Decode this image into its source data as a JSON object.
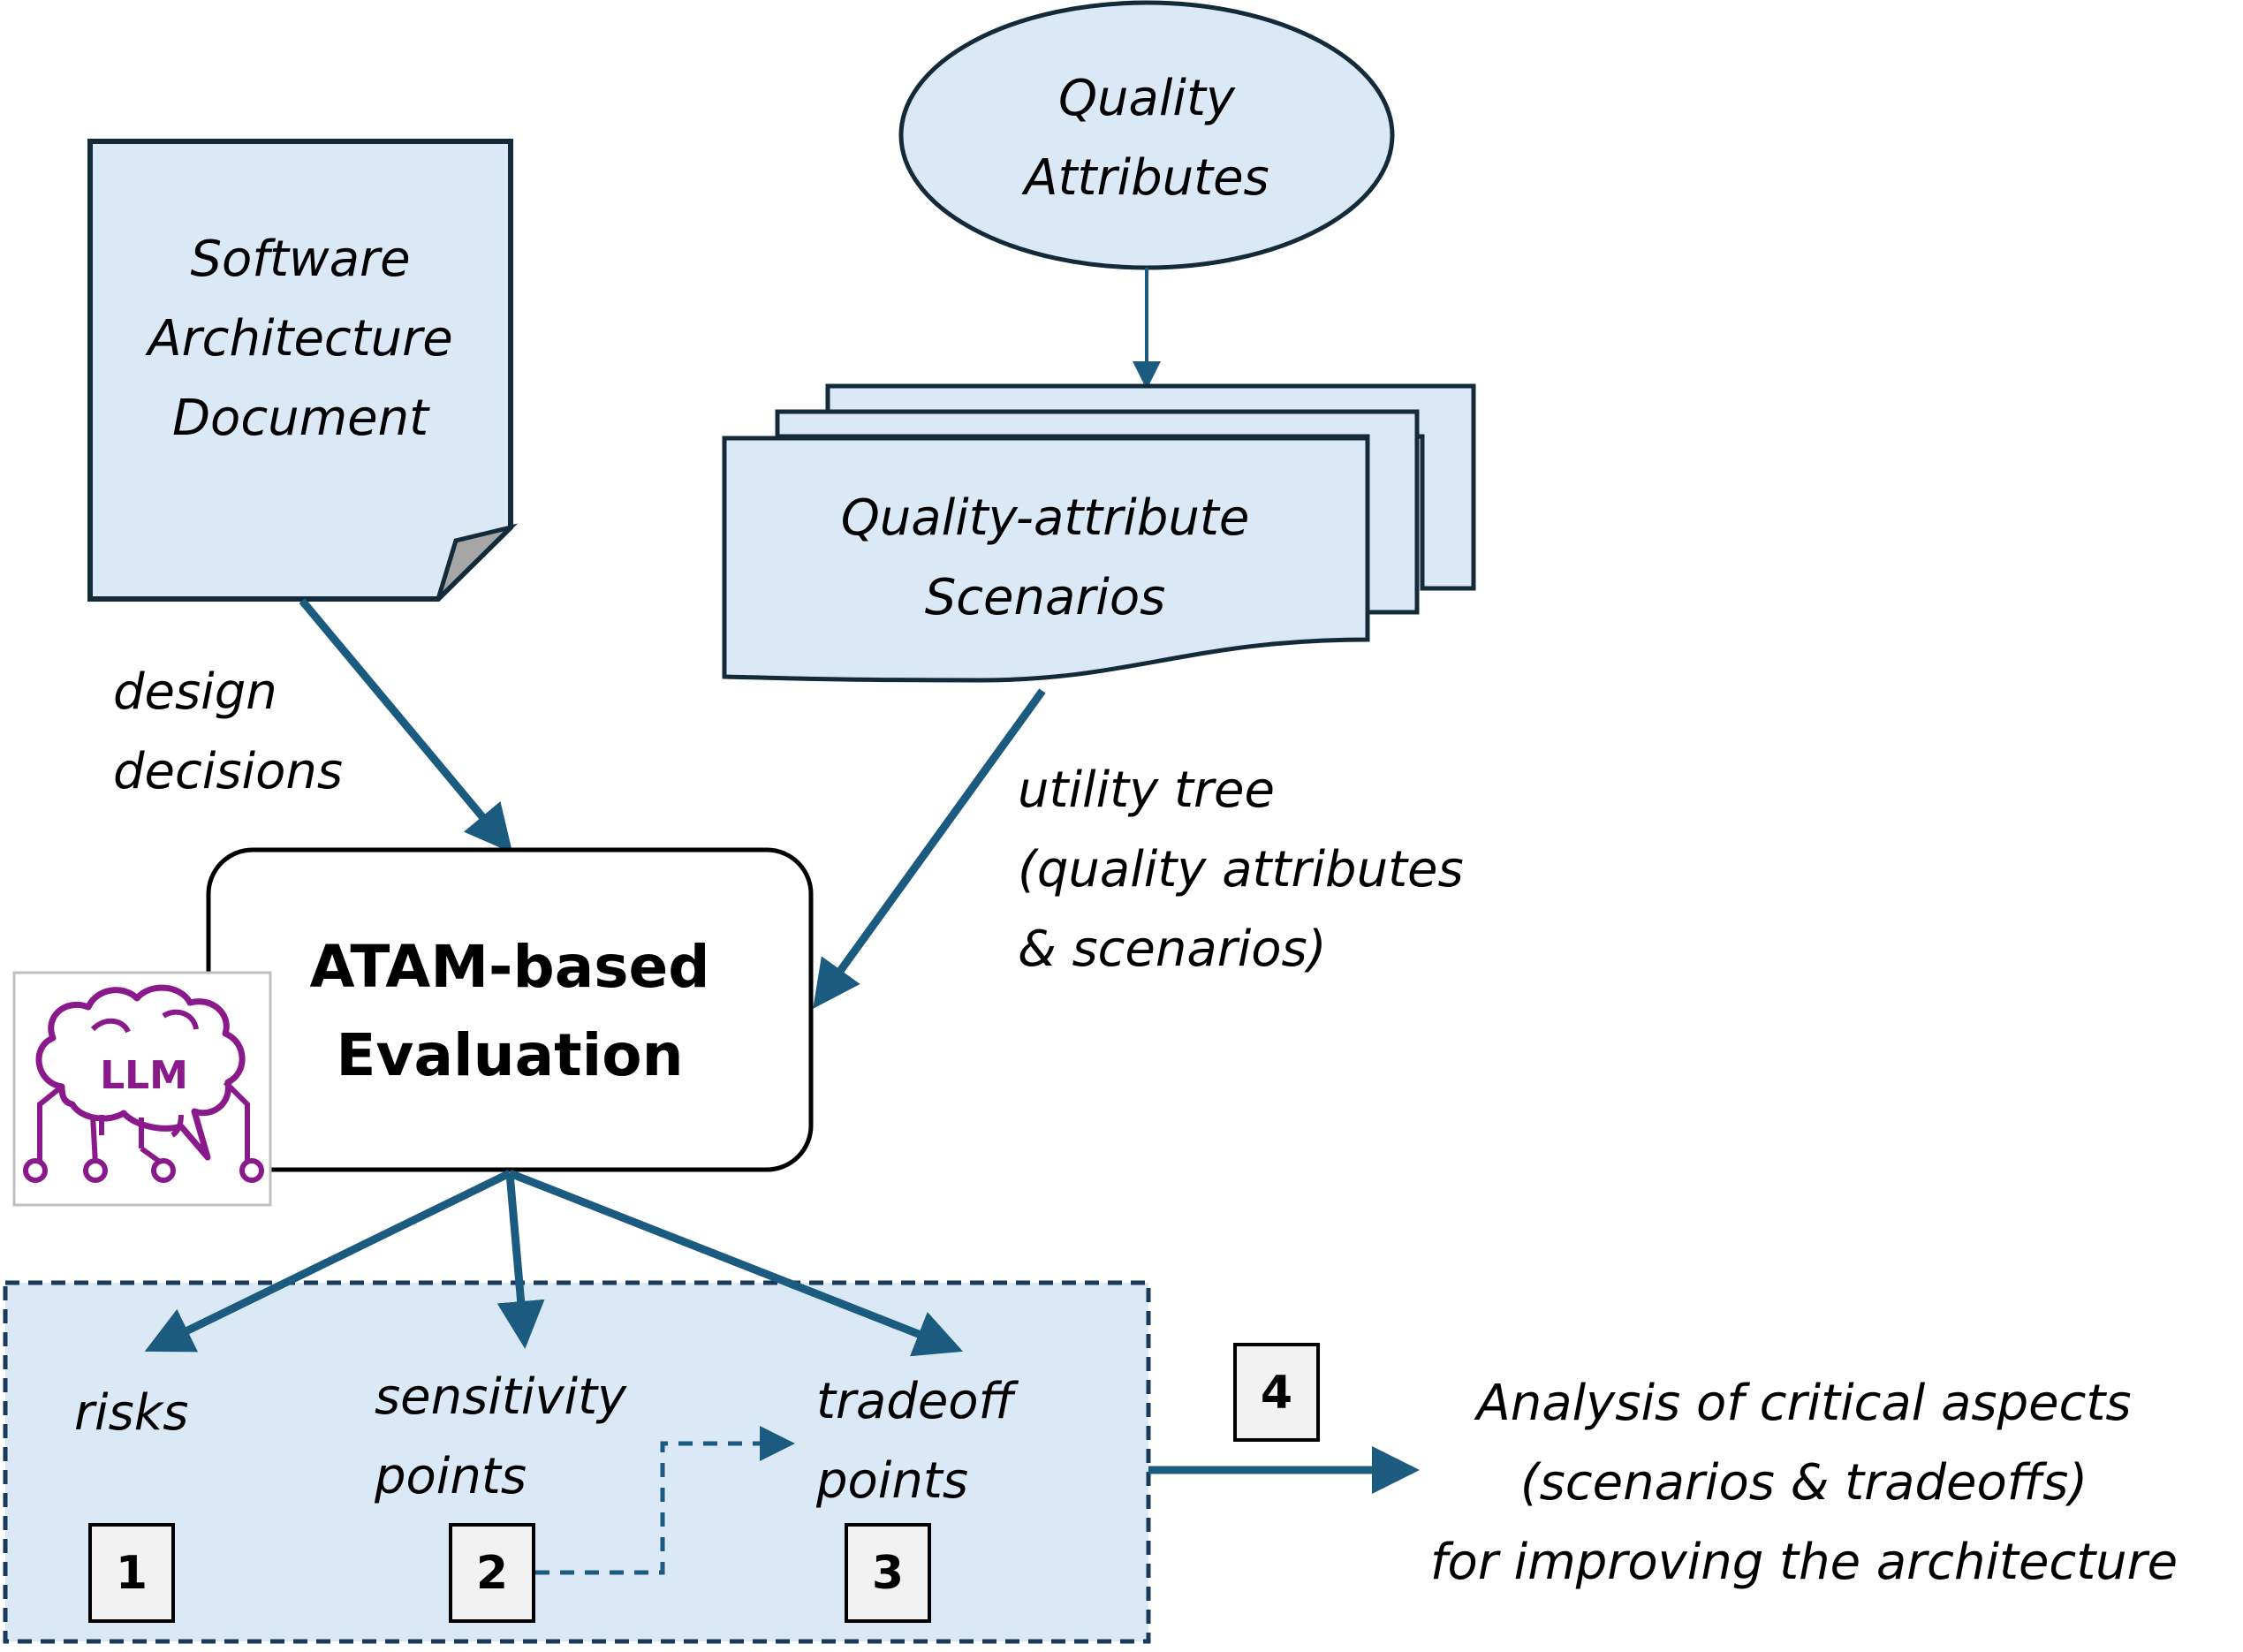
{
  "nodes": {
    "quality_attributes": {
      "lines": [
        "Quality",
        "Attributes"
      ]
    },
    "software_architecture_document": {
      "lines": [
        "Software",
        "Architecture",
        "Document"
      ]
    },
    "quality_attribute_scenarios": {
      "lines": [
        "Quality-attribute",
        "Scenarios"
      ]
    },
    "atam_evaluation": {
      "lines": [
        "ATAM-based",
        "Evaluation"
      ]
    },
    "llm_icon": {
      "label": "LLM",
      "icon": "brain-circuit-icon"
    }
  },
  "edge_labels": {
    "design_decisions": [
      "design",
      "decisions"
    ],
    "utility_tree": [
      "utility tree",
      "(quality attributes",
      "& scenarios)"
    ]
  },
  "outputs": {
    "risks": {
      "lines": [
        "risks"
      ],
      "badge": "1"
    },
    "sensitivity_points": {
      "lines": [
        "sensitivity",
        "points"
      ],
      "badge": "2"
    },
    "tradeoff_points": {
      "lines": [
        "tradeoff",
        "points"
      ],
      "badge": "3"
    }
  },
  "analysis": {
    "badge": "4",
    "lines": [
      "Analysis of critical aspects",
      "(scenarios & tradeoffs)",
      "for improving the  architecture"
    ]
  },
  "colors": {
    "fill": "#dbe8f6",
    "stroke": "#132a3a",
    "arrow": "#1c5b80",
    "dashed_border": "#1a3a5c",
    "llm": "#8a1a8c",
    "badge_fill": "#f2f2f2"
  }
}
